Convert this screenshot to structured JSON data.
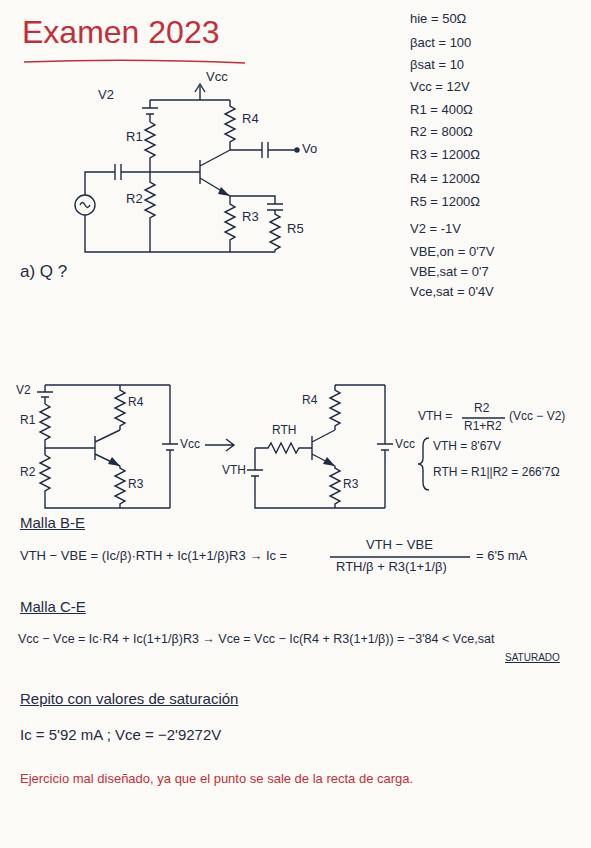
{
  "diagram": {
    "title": "Examen 2023",
    "labels": [
      "V2",
      "Vcc",
      "R1",
      "R4",
      "Vo",
      "R2",
      "R3",
      "R5",
      "hie = 50Ω",
      "βact = 100",
      "βsat = 10",
      "Vcc = 12V",
      "R1 = 400Ω",
      "R2 = 800Ω",
      "R3 = 1200Ω",
      "R4 = 1200Ω",
      "R5 = 1200Ω",
      "V2 = -1V",
      "VBE,on = 0'7V",
      "VBE,sat = 0'7",
      "Vce,sat = 0'4V",
      "a) Q ?",
      "V2",
      "R1",
      "R4",
      "Vcc",
      "R2",
      "R3",
      "RTH",
      "R4",
      "Vcc",
      "VTH",
      "R3",
      "VTH =",
      "R2",
      "R1+R2",
      "(Vcc − V2)",
      "VTH = 8'67V",
      "RTH = R1||R2 = 266'7Ω",
      "Malla B-E",
      "VTH − VBE = (Ic/β)·RTH + Ic(1+1/β)R3 → Ic =",
      "VTH − VBE",
      "RTH/β + R3(1+1/β)",
      "= 6'5 mA",
      "Malla C-E",
      "Vcc − Vce = Ic·R4 + Ic(1+1/β)R3 → Vce = Vcc − Ic(R4 + R3(1+1/β)) = −3'84 < Vce,sat",
      "SATURADO",
      "Repito con valores de saturación",
      "Ic = 5'92 mA ; Vce = −2'9272V",
      "Ejercicio mal diseñado, ya que el punto se sale de la recta de carga."
    ]
  }
}
